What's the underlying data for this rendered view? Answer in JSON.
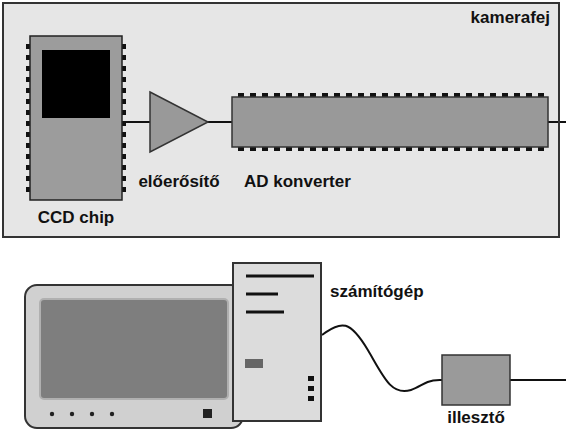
{
  "diagram": {
    "nodes": [
      {
        "text": [
          "kamerafej"
        ]
      },
      {
        "text": [
          "CCD chip"
        ],
        "in": 0
      },
      {
        "text": [
          "előerősítő"
        ],
        "in": 0
      },
      {
        "text": [
          "AD konverter"
        ],
        "in": 0
      },
      {
        "text": [
          "számítógép"
        ]
      },
      {
        "text": [
          "illesztő"
        ]
      }
    ],
    "edges": [
      {
        "from": 1,
        "to": 2,
        "arrow": "none"
      },
      {
        "from": 2,
        "to": 3,
        "arrow": "none"
      },
      {
        "from": 4,
        "to": 5,
        "arrow": "none"
      }
    ]
  }
}
